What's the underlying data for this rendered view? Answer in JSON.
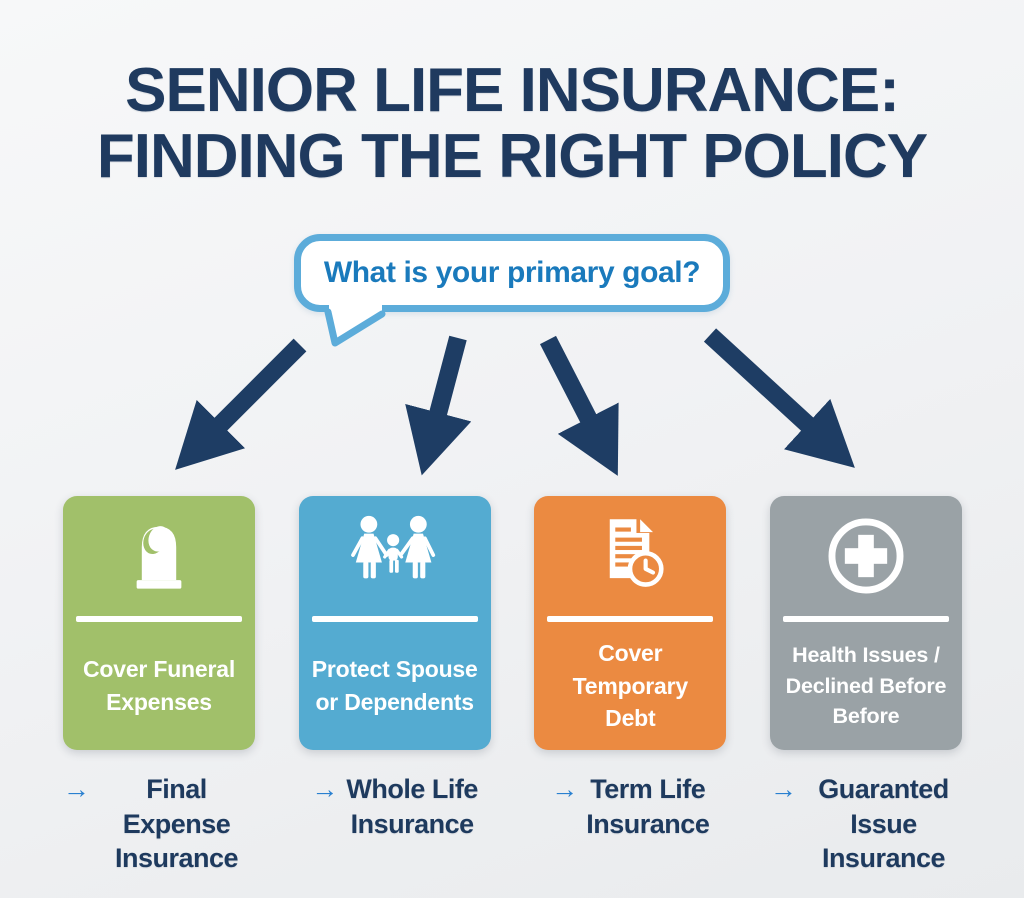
{
  "title": "SENIOR LIFE INSURANCE:\nFINDING THE RIGHT POLICY",
  "bubble": {
    "question": "What is your primary goal?"
  },
  "recommendation_arrow_glyph": "→",
  "colors": {
    "background_top": "#f7f8f9",
    "background_bottom": "#e9ebed",
    "title_navy": "#1f3a5f",
    "arrow_navy": "#1e3d64",
    "bubble_border_blue": "#5cacda",
    "bubble_text_blue": "#1a7abc",
    "box_text_white": "#ffffff",
    "recommendation_arrow_blue": "#2980d0",
    "recommendation_text_navy": "#1e3a5e"
  },
  "boxes": [
    {
      "goal": "Cover Funeral\nExpenses",
      "icon": "tombstone-icon",
      "color": "#a1c06a",
      "recommendation": "Final Expense\nInsurance"
    },
    {
      "goal": "Protect Spouse\nor Dependents",
      "icon": "family-icon",
      "color": "#54abd1",
      "recommendation": "Whole Life\nInsurance"
    },
    {
      "goal": "Cover\nTemporary\nDebt",
      "icon": "document-clock-icon",
      "color": "#eb8a41",
      "recommendation": "Term Life\nInsurance"
    },
    {
      "goal": "Health Issues /\nDeclined Before\nBefore",
      "icon": "medical-cross-icon",
      "color": "#9aa2a6",
      "recommendation": "Guaranted Issue\nInsurance"
    }
  ]
}
